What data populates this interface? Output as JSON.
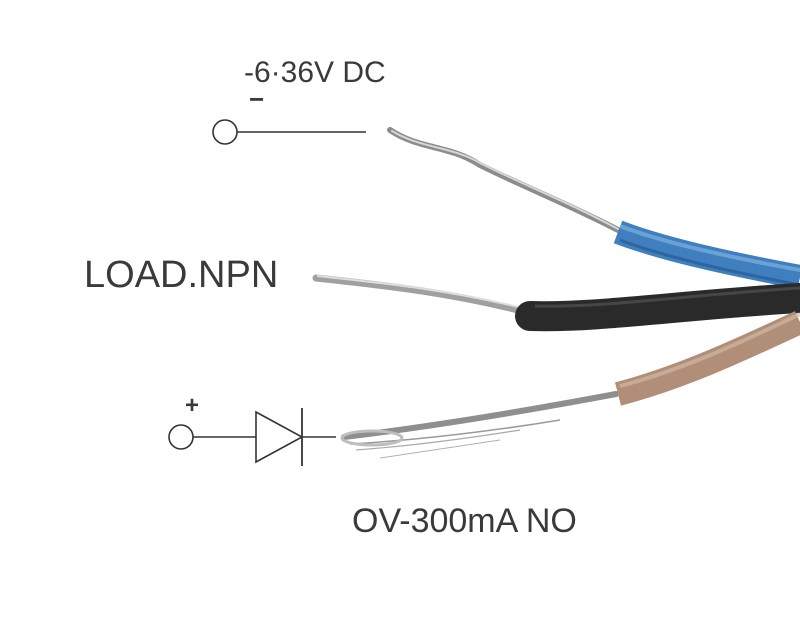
{
  "labels": {
    "supply": "-6·36V DC",
    "negative": "−",
    "load": "LOAD.NPN",
    "positive": "+",
    "output": "OV-300mA NO"
  },
  "wires": [
    {
      "name": "blue-wire",
      "color": "#3f7fbf"
    },
    {
      "name": "black-wire",
      "color": "#2a2a2a"
    },
    {
      "name": "brown-wire",
      "color": "#b08e78"
    }
  ],
  "colors": {
    "symbol_stroke": "#333333",
    "text": "#3a3a3a",
    "bare_conductor": "#9a9a9a"
  }
}
